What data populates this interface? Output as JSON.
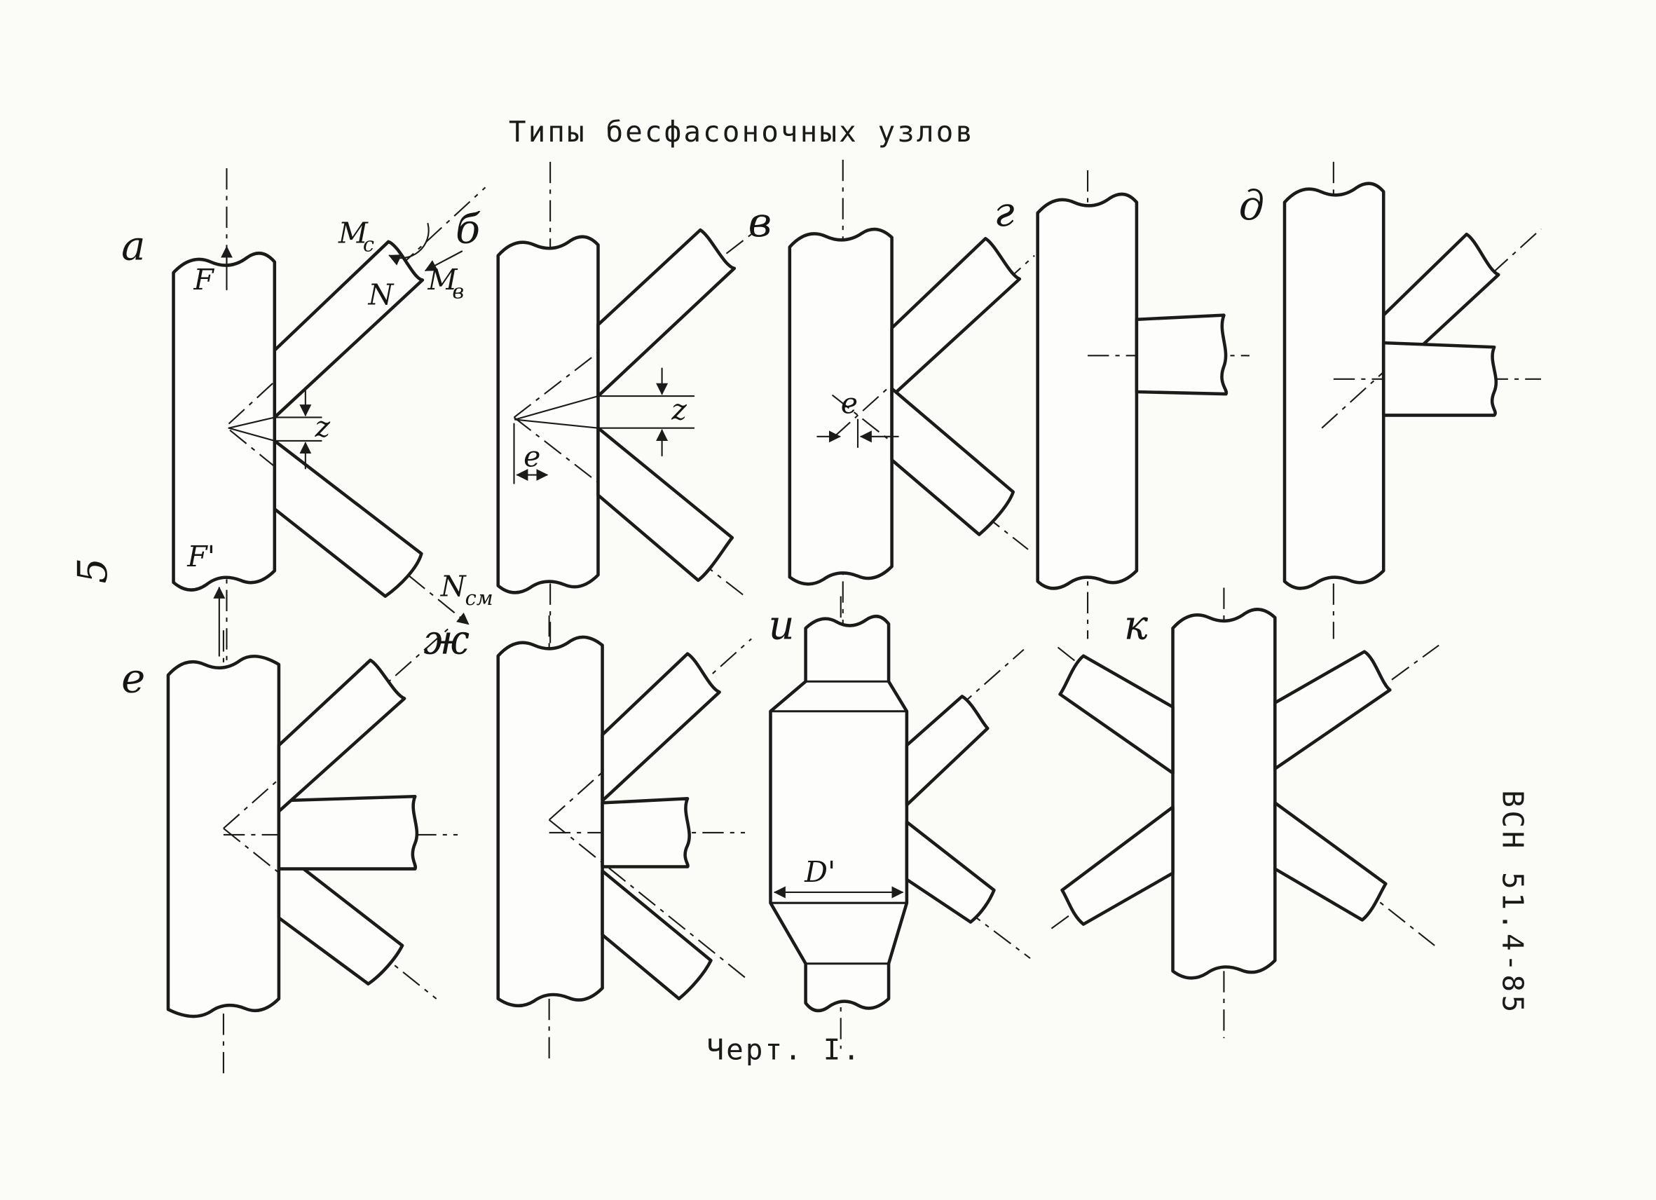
{
  "document": {
    "title": "Типы бесфасоночных узлов",
    "caption": "Черт. I.",
    "side_note": "ВСН 51.4-85",
    "margin_mark": "5"
  },
  "panels": [
    {
      "label": "а",
      "f": "F",
      "f_prime": "F'",
      "m_c": "M",
      "m_c_sub": "с",
      "m_v": "M",
      "m_v_sub": "в",
      "n": "N",
      "n_cm": "N",
      "n_cm_sub": "см",
      "z": "z"
    },
    {
      "label": "б",
      "z": "z",
      "e": "e"
    },
    {
      "label": "в",
      "e": "e"
    },
    {
      "label": "г"
    },
    {
      "label": "д"
    },
    {
      "label": "е"
    },
    {
      "label": "ж"
    },
    {
      "label": "и",
      "d": "D'"
    },
    {
      "label": "к"
    }
  ]
}
